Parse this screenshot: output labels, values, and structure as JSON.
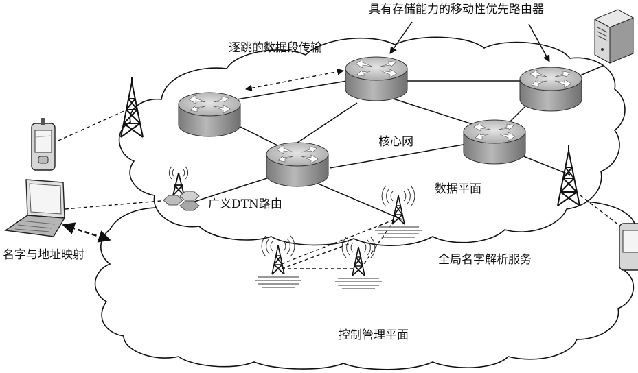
{
  "labels": {
    "router_desc": "具有存储能力的移动性优先路由器",
    "hop_transfer": "逐跳的数据段传输",
    "core_net": "核心网",
    "data_plane": "数据平面",
    "dtn_router": "广义DTN路由",
    "name_addr_map": "名字与地址映射",
    "global_name_service": "全局名字解析服务",
    "control_plane": "控制管理平面"
  },
  "colors": {
    "cloud_stroke": "#111111",
    "router_body": "#9a9a9a",
    "router_top": "#c4c4c4",
    "line": "#111111"
  }
}
